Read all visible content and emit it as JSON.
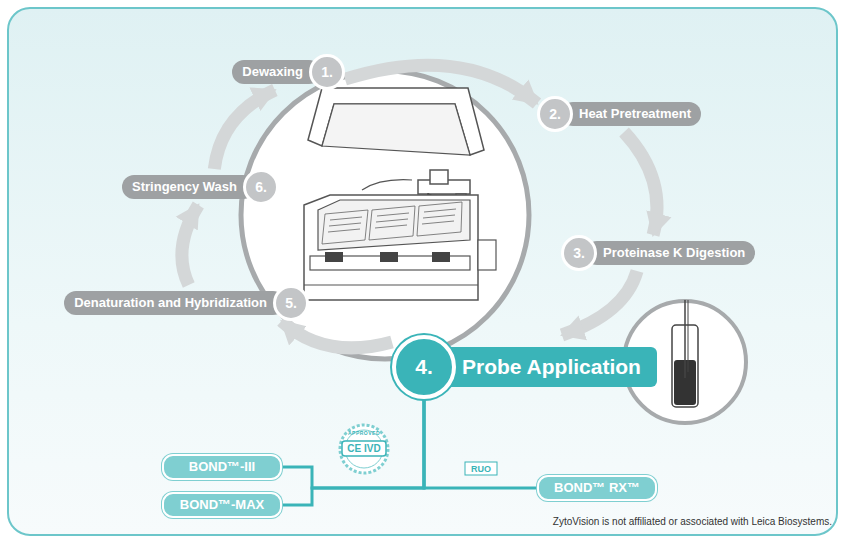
{
  "diagram": {
    "nodes": [
      {
        "text": [
          "Dewaxing",
          "1."
        ]
      },
      {
        "text": [
          "2.",
          "Heat Pretreatment"
        ]
      },
      {
        "text": [
          "3.",
          "Proteinase K Digestion"
        ]
      },
      {
        "text": [
          "4.",
          "Probe Application"
        ]
      },
      {
        "text": [
          "Denaturation and Hybridization",
          "5."
        ]
      },
      {
        "text": [
          "Stringency Wash",
          "6."
        ]
      },
      {
        "text": [
          "BOND™-III"
        ]
      },
      {
        "text": [
          "BOND™-MAX"
        ]
      },
      {
        "text": [
          "BOND™ RX™"
        ]
      }
    ],
    "edges": [
      {
        "from": 0,
        "to": 1,
        "arrow": "to"
      },
      {
        "from": 1,
        "to": 2,
        "arrow": "to"
      },
      {
        "from": 2,
        "to": 3,
        "arrow": "to"
      },
      {
        "from": 3,
        "to": 4,
        "arrow": "to"
      },
      {
        "from": 4,
        "to": 5,
        "arrow": "to"
      },
      {
        "from": 5,
        "to": 0,
        "arrow": "to"
      },
      {
        "from": 3,
        "to": 6,
        "arrow": "none"
      },
      {
        "from": 3,
        "to": 7,
        "arrow": "none"
      },
      {
        "from": 3,
        "to": 8,
        "arrow": "none"
      }
    ],
    "labels": [
      "APPROVED",
      "CE IVD",
      "RUO",
      "ZytoVision is not affiliated or associated with Leica Biosystems."
    ]
  }
}
